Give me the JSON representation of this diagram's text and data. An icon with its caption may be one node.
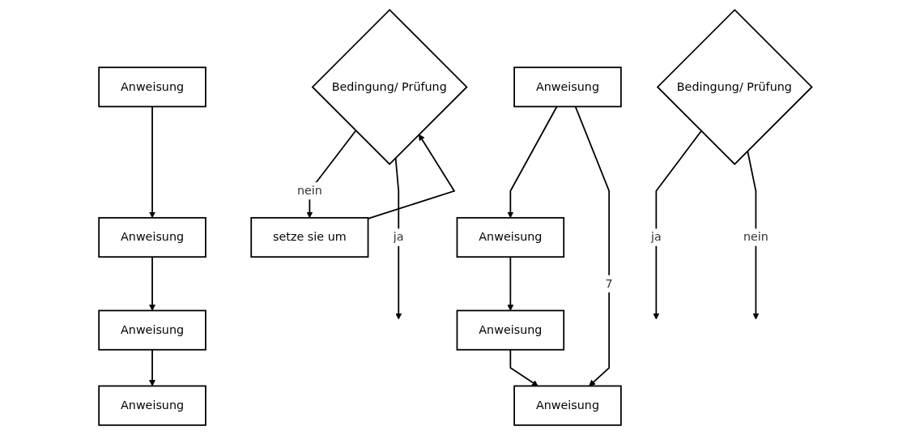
{
  "diagram": {
    "nodes": [
      {
        "text": [
          "Anweisung"
        ]
      },
      {
        "text": [
          "Anweisung"
        ]
      },
      {
        "text": [
          "Anweisung"
        ]
      },
      {
        "text": [
          "Anweisung"
        ]
      },
      {
        "text": [
          "Bedingung/ Prüfung"
        ]
      },
      {
        "text": [
          "setze sie um"
        ]
      },
      {
        "text": [
          "Bedingung/ Prüfung"
        ]
      },
      {
        "text": [
          "Anweisung"
        ]
      },
      {
        "text": [
          "Anweisung"
        ]
      },
      {
        "text": [
          "Anweisung"
        ]
      },
      {
        "text": [
          "Anweisung"
        ]
      }
    ],
    "edges": [
      {
        "from": 0,
        "to": 1,
        "arrow": "to"
      },
      {
        "from": 1,
        "to": 2,
        "arrow": "to"
      },
      {
        "from": 2,
        "to": 3,
        "arrow": "to"
      },
      {
        "from": 4,
        "to": 5,
        "label": "nein",
        "arrow": "to"
      },
      {
        "from": 5,
        "to": 4,
        "arrow": "to"
      },
      {
        "from": 4,
        "to": null,
        "label": "ja",
        "arrow": "to"
      },
      {
        "from": 6,
        "to": null,
        "label": "ja",
        "arrow": "to"
      },
      {
        "from": 6,
        "to": null,
        "label": "nein",
        "arrow": "to"
      },
      {
        "from": 7,
        "to": 8,
        "arrow": "to"
      },
      {
        "from": 8,
        "to": 9,
        "arrow": "to"
      },
      {
        "from": 9,
        "to": 10,
        "arrow": "to"
      },
      {
        "from": 7,
        "to": 10,
        "label": "7",
        "arrow": "to"
      }
    ]
  }
}
